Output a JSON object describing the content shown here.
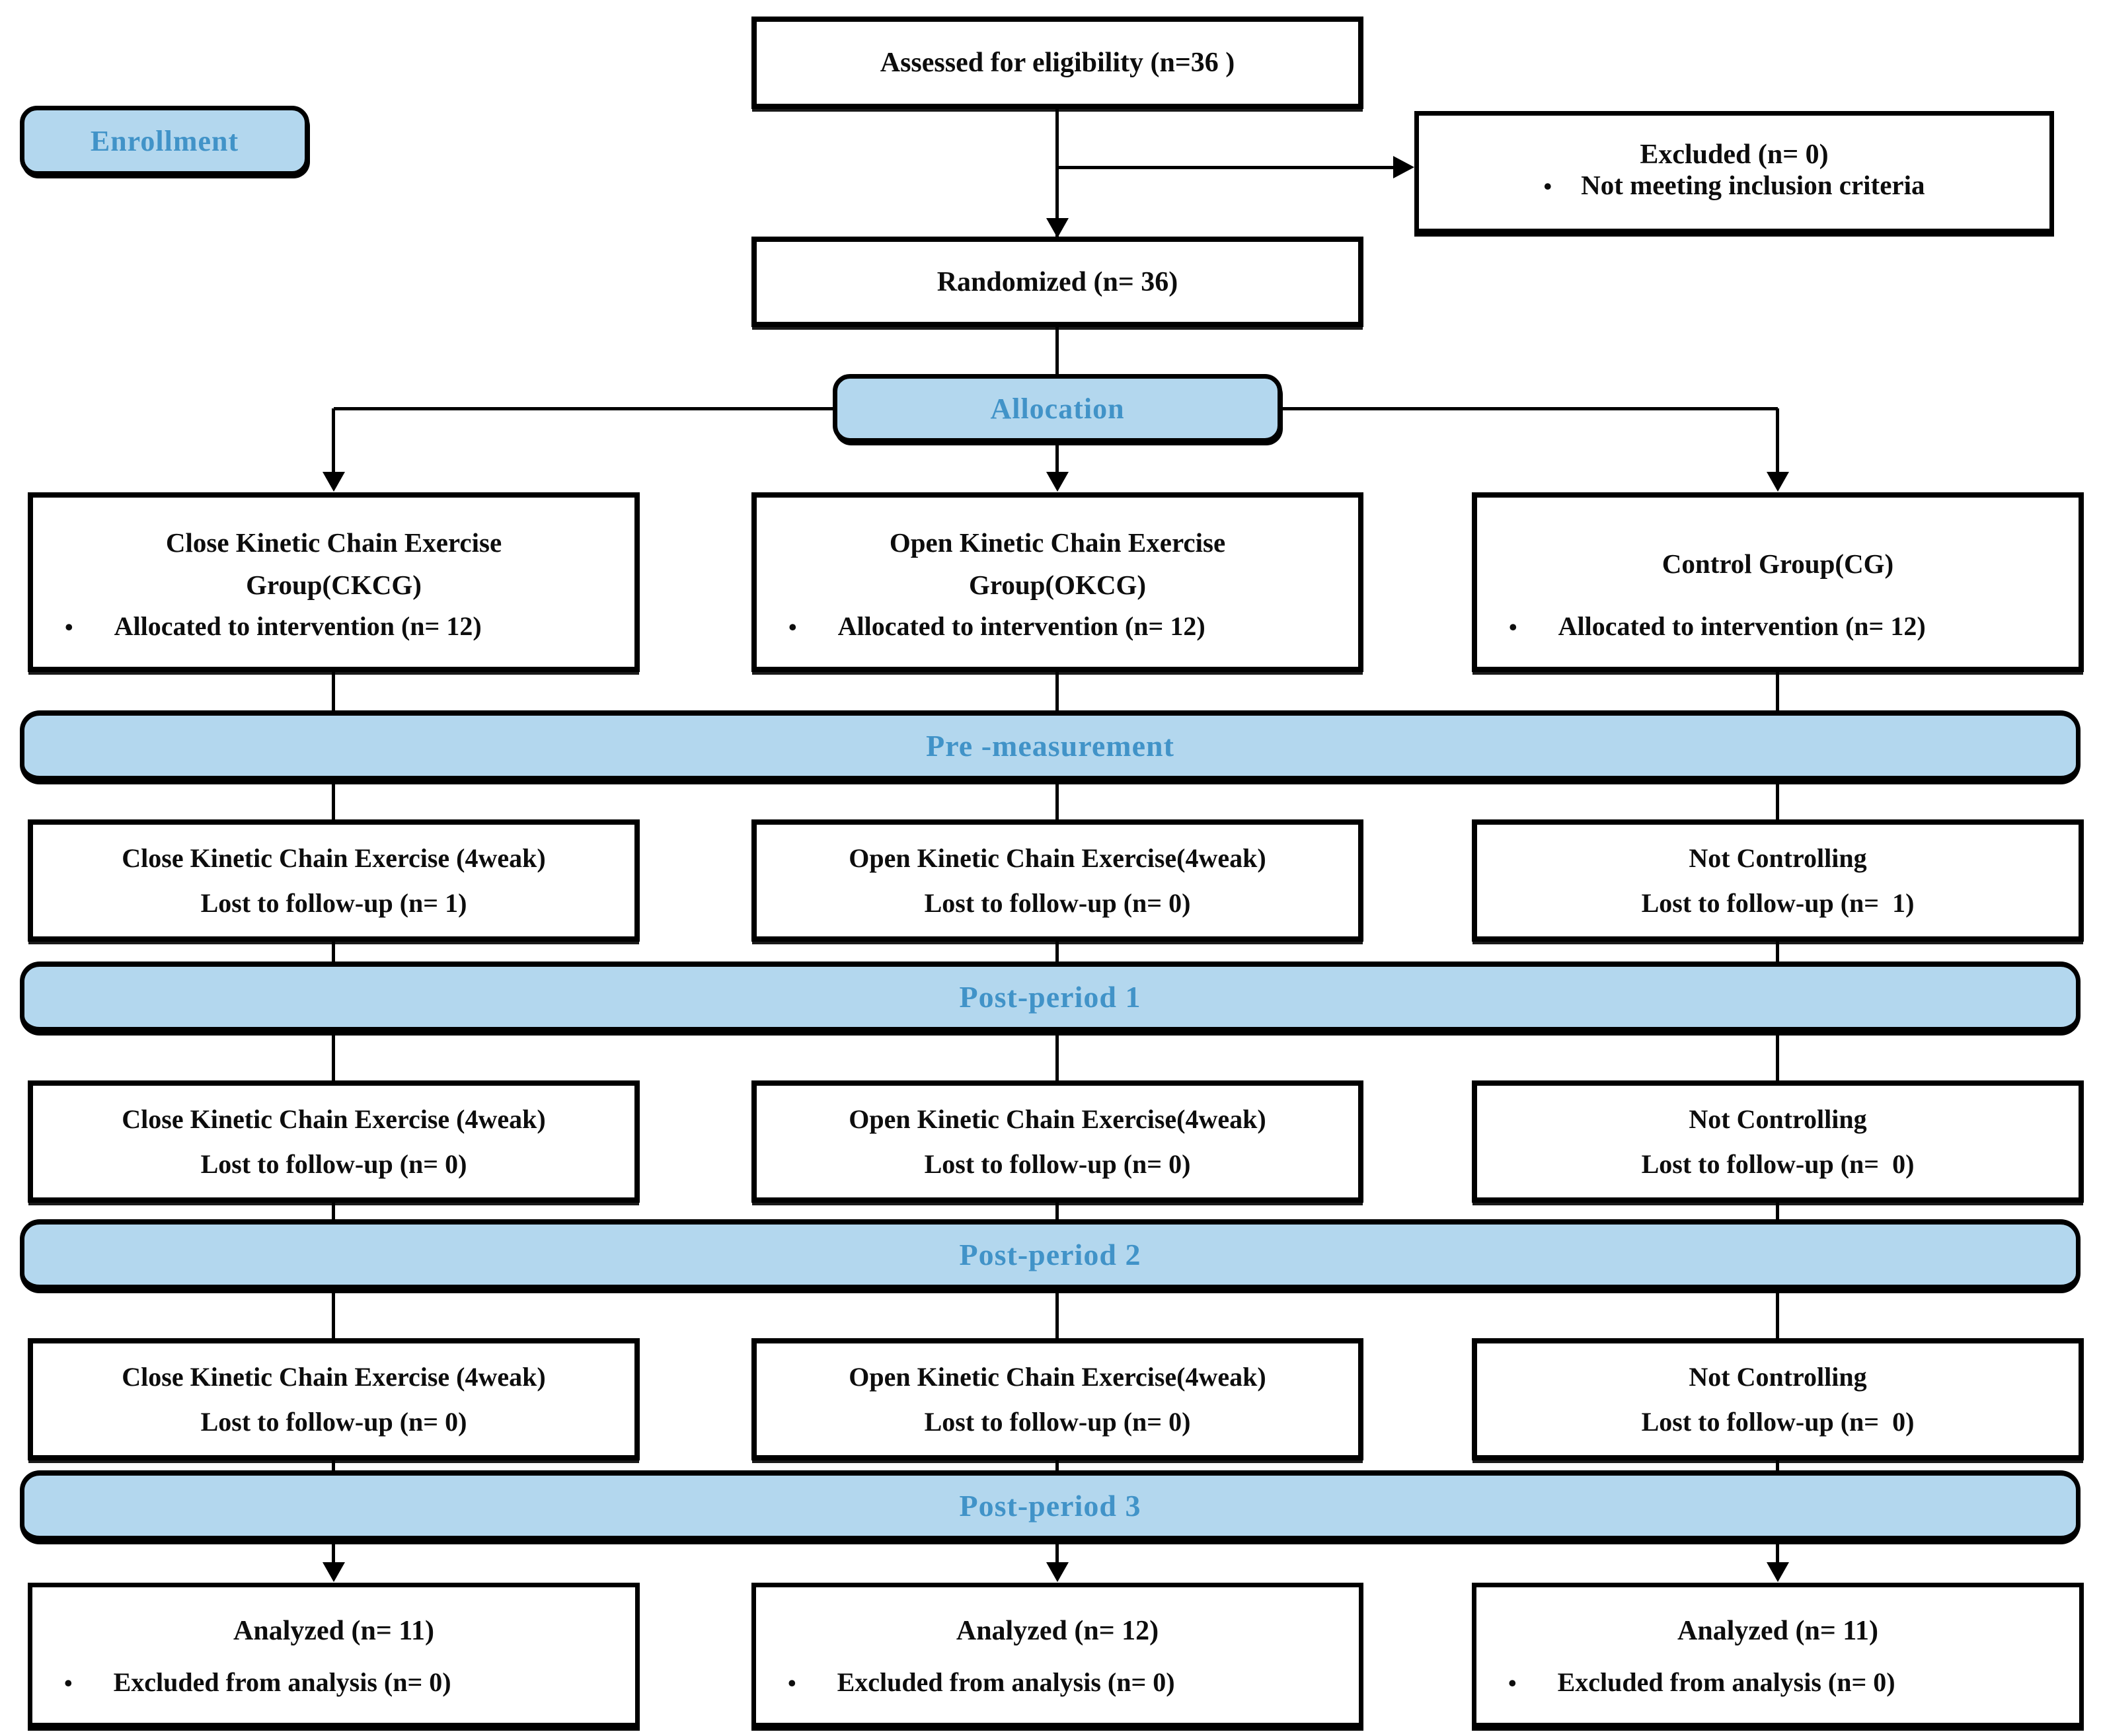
{
  "colors": {
    "band_fill": "#b3d7ee",
    "band_text": "#4193c8",
    "box_border": "#000000",
    "box_text": "#0d0d0d"
  },
  "enrollment_label": "Enrollment",
  "assessed": {
    "text": "Assessed for eligibility (n=36 )"
  },
  "excluded": {
    "title": "Excluded (n= 0)",
    "bullet": "Not meeting inclusion criteria"
  },
  "randomized": {
    "text": "Randomized (n= 36)"
  },
  "allocation_label": "Allocation",
  "groups": [
    {
      "title_line1": "Close Kinetic Chain Exercise",
      "title_line2": "Group(CKCG)",
      "bullet": "Allocated to intervention (n= 12)"
    },
    {
      "title_line1": "Open Kinetic Chain Exercise",
      "title_line2": "Group(OKCG)",
      "bullet": "Allocated to intervention (n= 12)"
    },
    {
      "title_line1": "Control Group(CG)",
      "title_line2": "",
      "bullet": "Allocated to intervention (n= 12)"
    }
  ],
  "stages": [
    {
      "label": "Pre -measurement"
    },
    {
      "label": "Post-period 1"
    },
    {
      "label": "Post-period 2"
    },
    {
      "label": "Post-period 3"
    }
  ],
  "rows": [
    {
      "cells": [
        {
          "line1": "Close Kinetic Chain Exercise (4weak)",
          "line2": "Lost to follow-up (n= 1)"
        },
        {
          "line1": "Open Kinetic Chain Exercise(4weak)",
          "line2": "Lost to follow-up (n= 0)"
        },
        {
          "line1": "Not Controlling",
          "line2": "Lost to follow-up (n=  1)"
        }
      ]
    },
    {
      "cells": [
        {
          "line1": "Close Kinetic Chain Exercise (4weak)",
          "line2": "Lost to follow-up (n= 0)"
        },
        {
          "line1": "Open Kinetic Chain Exercise(4weak)",
          "line2": "Lost to follow-up (n= 0)"
        },
        {
          "line1": "Not Controlling",
          "line2": "Lost to follow-up (n=  0)"
        }
      ]
    },
    {
      "cells": [
        {
          "line1": "Close Kinetic Chain Exercise (4weak)",
          "line2": "Lost to follow-up (n= 0)"
        },
        {
          "line1": "Open Kinetic Chain Exercise(4weak)",
          "line2": "Lost to follow-up (n= 0)"
        },
        {
          "line1": "Not Controlling",
          "line2": "Lost to follow-up (n=  0)"
        }
      ]
    }
  ],
  "analyzed": [
    {
      "title": "Analyzed (n= 11)",
      "bullet": "Excluded from analysis (n= 0)"
    },
    {
      "title": "Analyzed (n= 12)",
      "bullet": "Excluded from analysis (n= 0)"
    },
    {
      "title": "Analyzed (n= 11)",
      "bullet": "Excluded from analysis (n= 0)"
    }
  ]
}
